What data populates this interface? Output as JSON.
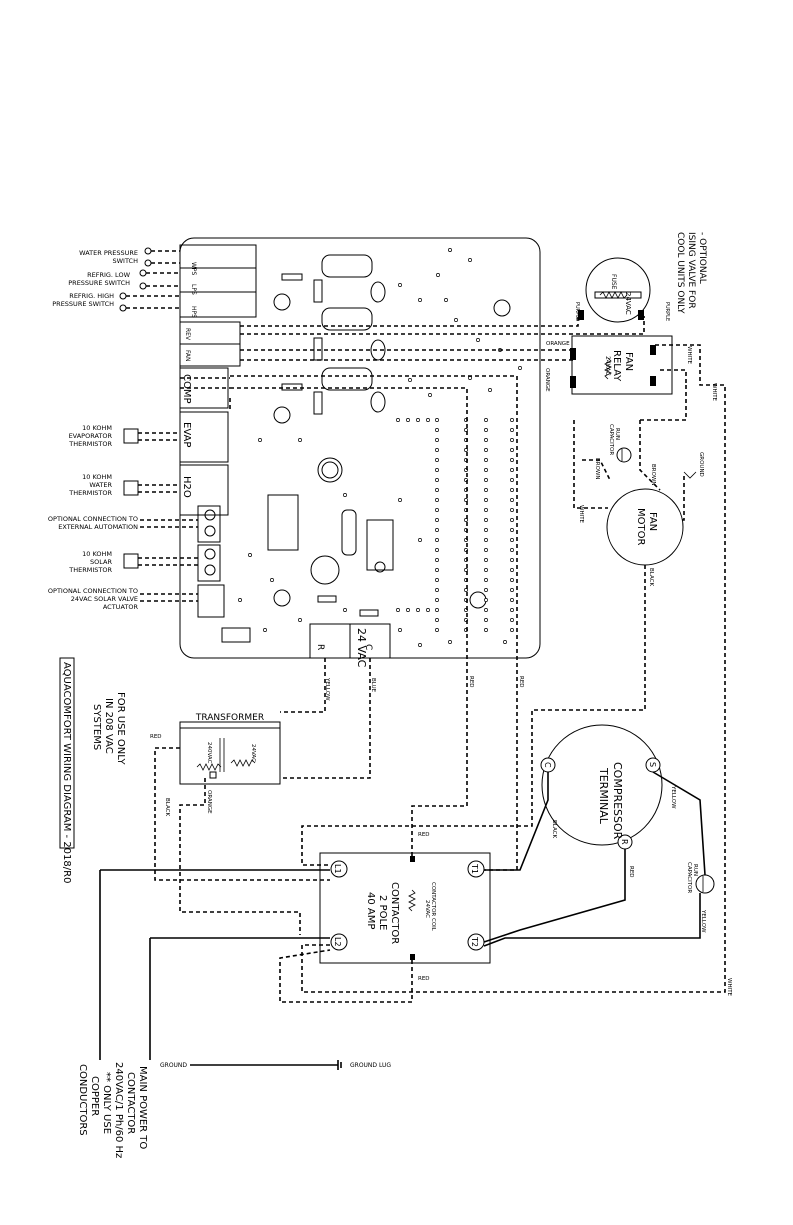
{
  "title": "AQUACOMFORT WIRING DIAGRAM - 2018/R0",
  "left_labels": {
    "water_pressure": [
      "WATER PRESSURE",
      "SWITCH"
    ],
    "refrig_low": [
      "REFRIG. LOW",
      "PRESSURE SWITCH"
    ],
    "refrig_high": [
      "REFRIG. HIGH",
      "PRESSURE SWITCH"
    ],
    "evap_thermistor": [
      "10 KOHM",
      "EVAPORATOR",
      "THERMISTOR"
    ],
    "water_thermistor": [
      "10 KOHM",
      "WATER",
      "THERMISTOR"
    ],
    "ext_automation": [
      "OPTIONAL CONNECTION TO",
      "EXTERNAL AUTOMATION"
    ],
    "solar_thermistor": [
      "10 KOHM",
      "SOLAR",
      "THERMISTOR"
    ],
    "solar_valve": [
      "OPTIONAL CONNECTION TO",
      "24VAC SOLAR VALVE",
      "ACTUATOR"
    ]
  },
  "terminals": {
    "wps": "WPS",
    "lps": "LPS",
    "hps": "HPS",
    "rev": "REV",
    "fan": "FAN",
    "comp": "COMP",
    "evap": "EVAP",
    "h2o": "H2O",
    "vac24": "24 VAC",
    "r": "R",
    "c": "C"
  },
  "components": {
    "transformer": "TRANSFORMER",
    "transformer_primary": "240VAC",
    "transformer_secondary": "24VAC",
    "fan_relay": [
      "FAN",
      "RELAY"
    ],
    "fan_relay_coil": "24VAC",
    "fan_motor": [
      "FAN",
      "MOTOR"
    ],
    "run_capacitor": [
      "RUN",
      "CAPACITOR"
    ],
    "compressor": [
      "COMPRESSOR",
      "TERMINAL"
    ],
    "comp_c": "C",
    "comp_s": "S",
    "comp_r": "R",
    "run_cap_comp": [
      "RUN",
      "CAPACITOR"
    ],
    "contactor": [
      "CONTACTOR",
      "2 POLE",
      "40 AMP"
    ],
    "contactor_coil": [
      "CONTACTOR COIL",
      "24VAC"
    ],
    "l1": "L1",
    "l2": "L2",
    "t1": "T1",
    "t2": "T2",
    "reversing_valve": [
      "- OPTIONAL",
      "ISING VALVE FOR",
      "COOL UNITS ONLY"
    ],
    "fuse": "FUSE",
    "fuse_coil": "24VAC"
  },
  "wire_labels": {
    "yellow": "YELLOW",
    "blue": "BLUE",
    "red": "RED",
    "black": "BLACK",
    "orange": "ORANGE",
    "white": "WHITE",
    "brown": "BROWN",
    "purple": "PURPLE",
    "ground": "GROUND"
  },
  "notes": {
    "use_208": [
      "FOR USE ONLY",
      "IN 208 VAC",
      "SYSTEMS"
    ],
    "main_power": [
      "MAIN POWER TO",
      "CONTACTOR",
      "240VAC/1 Ph/60 Hz",
      "** ONLY USE",
      "COPPER",
      "CONDUCTORS"
    ],
    "ground": "GROUND",
    "ground_lug": "GROUND LUG"
  }
}
